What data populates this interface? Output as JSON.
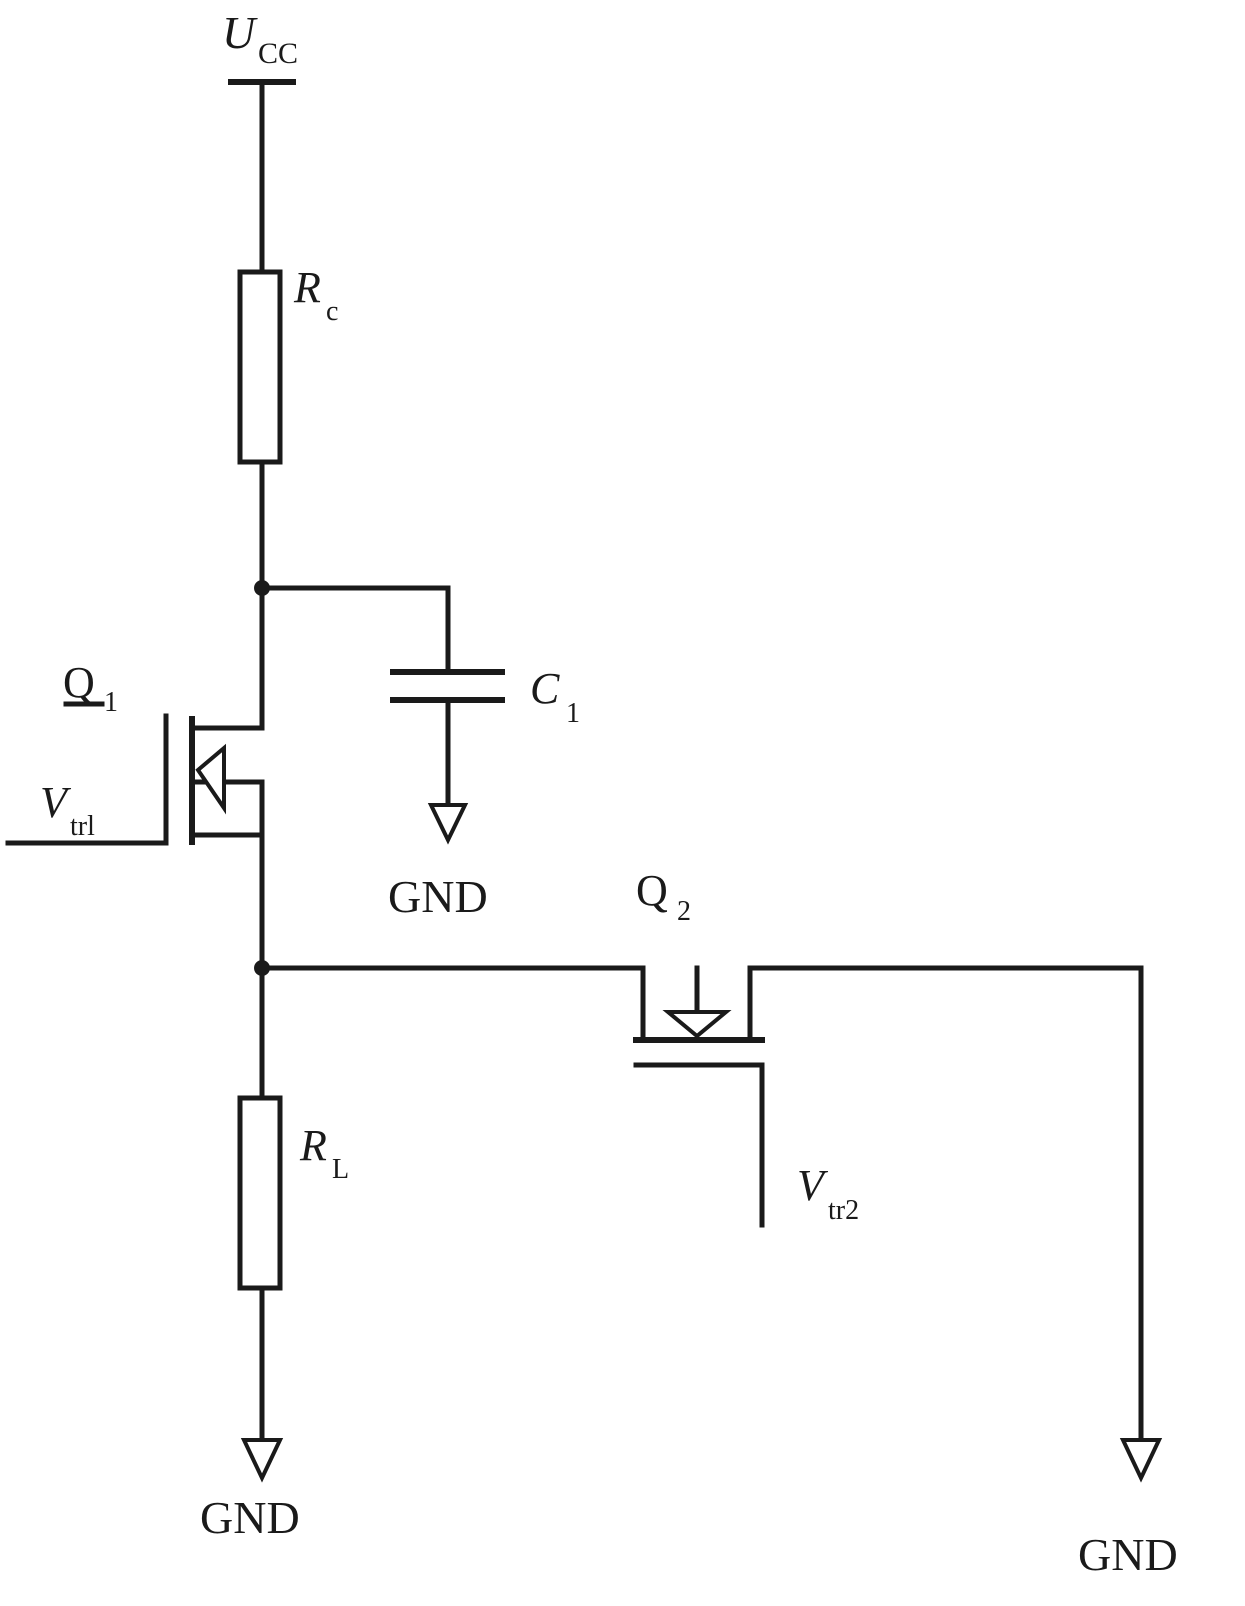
{
  "labels": {
    "supply": {
      "main": "U",
      "sub": "CC"
    },
    "rc": {
      "main": "R",
      "sub": "c"
    },
    "c1": {
      "main": "C",
      "sub": "1"
    },
    "q1": {
      "main": "Q",
      "sub": "1"
    },
    "vtr1": {
      "main": "V",
      "sub": "trl"
    },
    "q2": {
      "main": "Q",
      "sub": "2"
    },
    "rl": {
      "main": "R",
      "sub": "L"
    },
    "vtr2": {
      "main": "V",
      "sub": "tr2"
    },
    "gnd_c1": "GND",
    "gnd_rl": "GND",
    "gnd_q2": "GND"
  },
  "colors": {
    "ink": "#1a1a1a",
    "background": "#ffffff"
  }
}
